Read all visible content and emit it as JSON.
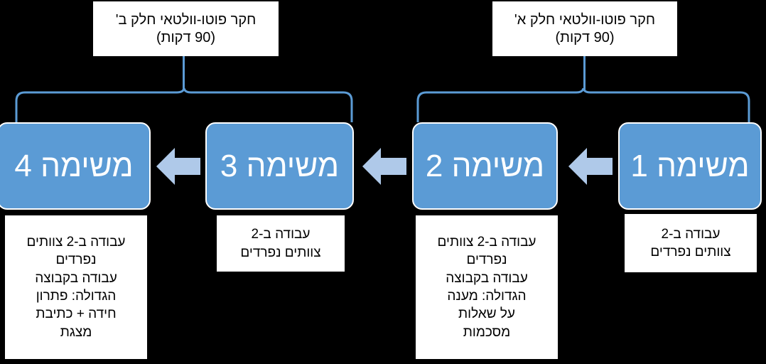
{
  "diagram": {
    "title_right": "חקר פוטו-וולטאי חלק א'\n(90 דקות)",
    "title_left": "חקר פוטו-וולטאי חלק ב'\n(90 דקות)",
    "colors": {
      "task_fill": "#5B9BD5",
      "task_text": "#FFFFFF",
      "arrow_fill": "#AFC9E9",
      "bracket_stroke": "#5B9BD5",
      "box_fill": "#FFFFFF",
      "box_text": "#000000",
      "background": "#000000"
    },
    "tasks": [
      {
        "label": "משימה 1",
        "caption": "עבודה ב-2\nצוותים נפרדים"
      },
      {
        "label": "משימה 2",
        "caption": "עבודה ב-2 צוותים\nנפרדים\nעבודה בקבוצה\nהגדולה: מענה\nעל שאלות\nמסכמות"
      },
      {
        "label": "משימה 3",
        "caption": "עבודה ב-2\nצוותים נפרדים"
      },
      {
        "label": "משימה 4",
        "caption": "עבודה ב-2 צוותים\nנפרדים\nעבודה בקבוצה\nהגדולה: פתרון\nחידה + כתיבת\nמצגת"
      }
    ],
    "arrows": [
      {
        "name": "arrow-task1-to-task2",
        "direction": "left"
      },
      {
        "name": "arrow-task2-to-task3",
        "direction": "left"
      },
      {
        "name": "arrow-task3-to-task4",
        "direction": "left"
      }
    ]
  }
}
